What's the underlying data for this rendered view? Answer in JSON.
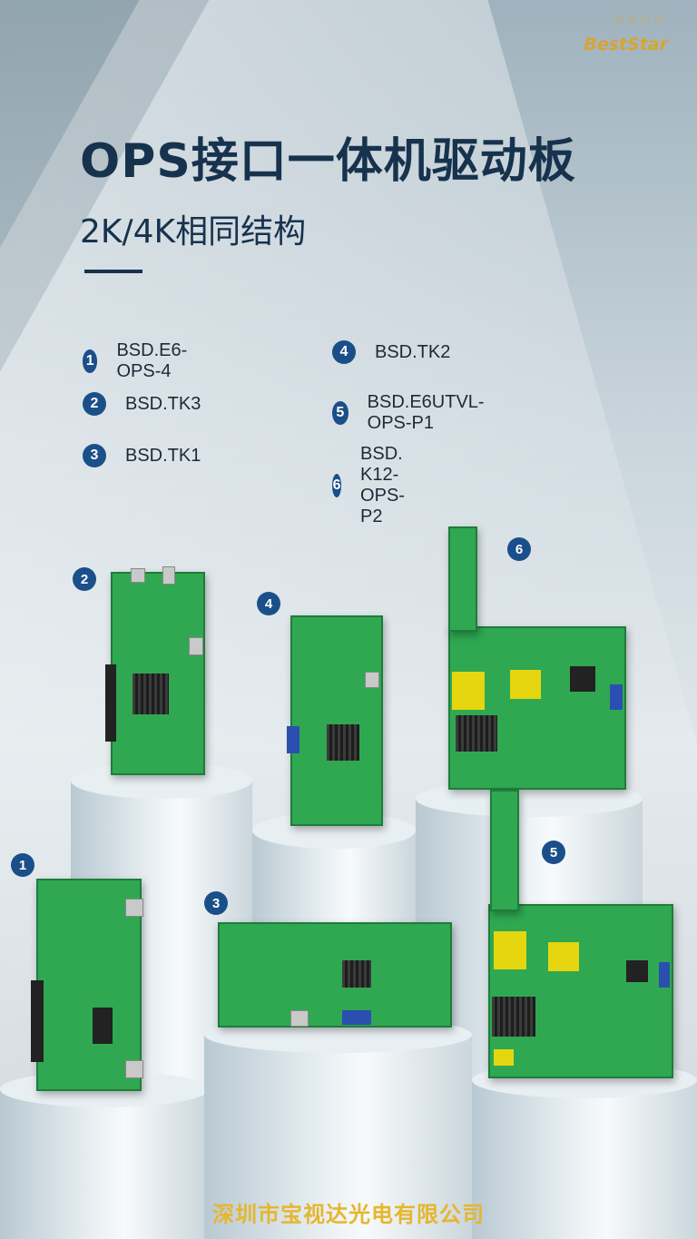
{
  "brand": {
    "name": "BestStar",
    "stars": "☆☆☆☆"
  },
  "title": "OPS接口一体机驱动板",
  "subtitle": "2K/4K相同结构",
  "models": [
    {
      "num": "1",
      "label": "BSD.E6-OPS-4"
    },
    {
      "num": "2",
      "label": "BSD.TK3"
    },
    {
      "num": "3",
      "label": "BSD.TK1"
    },
    {
      "num": "4",
      "label": "BSD.TK2"
    },
    {
      "num": "5",
      "label": "BSD.E6UTVL-OPS-P1"
    },
    {
      "num": "6",
      "label": "BSD. K12-OPS-P2"
    }
  ],
  "board_badges": [
    "1",
    "2",
    "3",
    "4",
    "5",
    "6"
  ],
  "company": "深圳市宝视达光电有限公司",
  "colors": {
    "title": "#17324d",
    "badge": "#1a4f8a",
    "company": "#e6b62e",
    "board": "#2fa851"
  }
}
